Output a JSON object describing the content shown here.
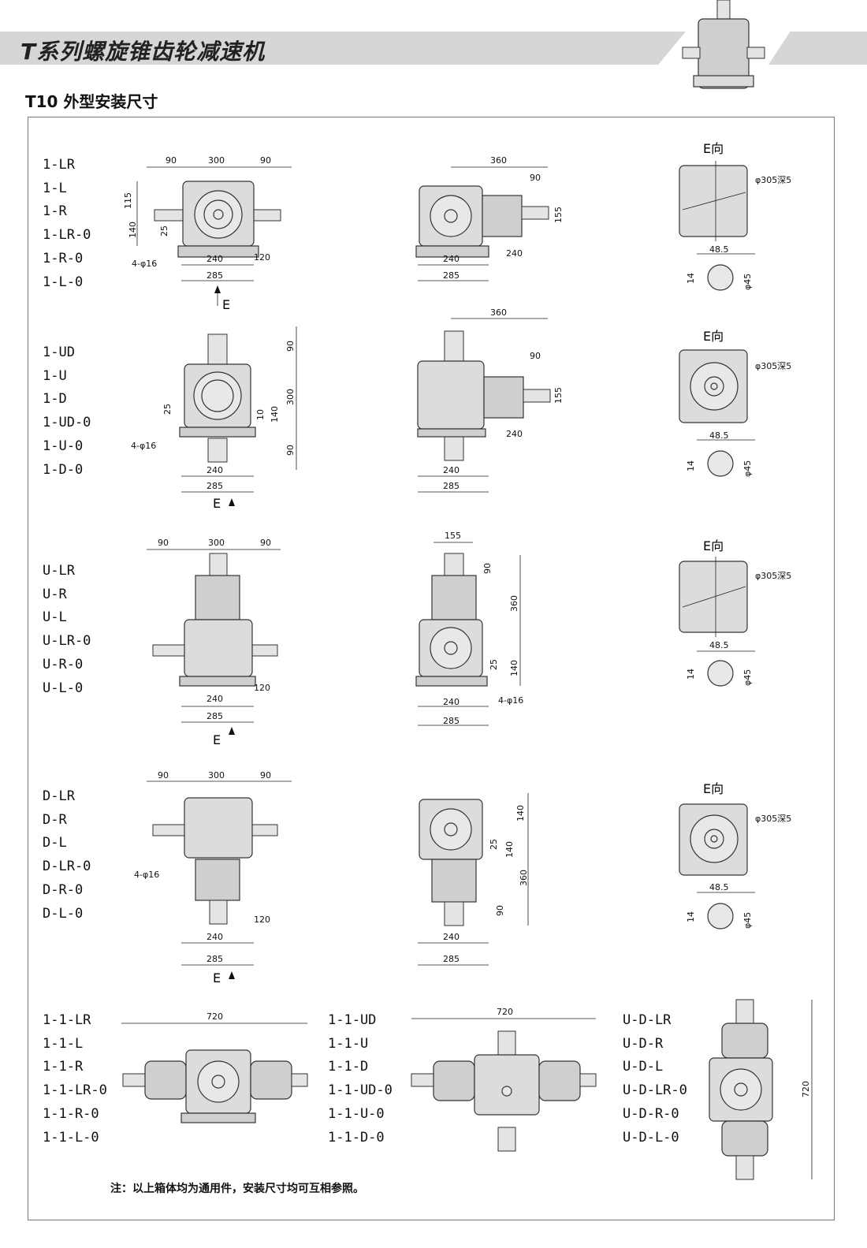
{
  "header": {
    "title": "T系列螺旋锥齿轮减速机"
  },
  "section": {
    "title": "T10 外型安装尺寸"
  },
  "groups": [
    {
      "models": [
        "1-LR",
        "1-L",
        "1-R",
        "1-LR-0",
        "1-R-0",
        "1-L-0"
      ]
    },
    {
      "models": [
        "1-UD",
        "1-U",
        "1-D",
        "1-UD-0",
        "1-U-0",
        "1-D-0"
      ]
    },
    {
      "models": [
        "U-LR",
        "U-R",
        "U-L",
        "U-LR-0",
        "U-R-0",
        "U-L-0"
      ]
    },
    {
      "models": [
        "D-LR",
        "D-R",
        "D-L",
        "D-LR-0",
        "D-R-0",
        "D-L-0"
      ]
    }
  ],
  "bottom_groups": [
    {
      "models": [
        "1-1-LR",
        "1-1-L",
        "1-1-R",
        "1-1-LR-0",
        "1-1-R-0",
        "1-1-L-0"
      ]
    },
    {
      "models": [
        "1-1-UD",
        "1-1-U",
        "1-1-D",
        "1-1-UD-0",
        "1-1-U-0",
        "1-1-D-0"
      ]
    },
    {
      "models": [
        "U-D-LR",
        "U-D-R",
        "U-D-L",
        "U-D-LR-0",
        "U-D-R-0",
        "U-D-L-0"
      ]
    }
  ],
  "dims": {
    "d90": "90",
    "d300": "300",
    "d360": "360",
    "d115": "115",
    "d140": "140",
    "d25": "25",
    "d10": "10",
    "d155": "155",
    "d240": "240",
    "d285": "285",
    "d120": "120",
    "d720": "720",
    "d48_5": "48.5",
    "d14": "14",
    "phi45": "φ45",
    "phi305": "φ305深5",
    "holes": "4-φ16"
  },
  "labels": {
    "e_view": "E向",
    "e_arrow": "E"
  },
  "note": "注：以上箱体均为通用件，安装尺寸均可互相参照。"
}
